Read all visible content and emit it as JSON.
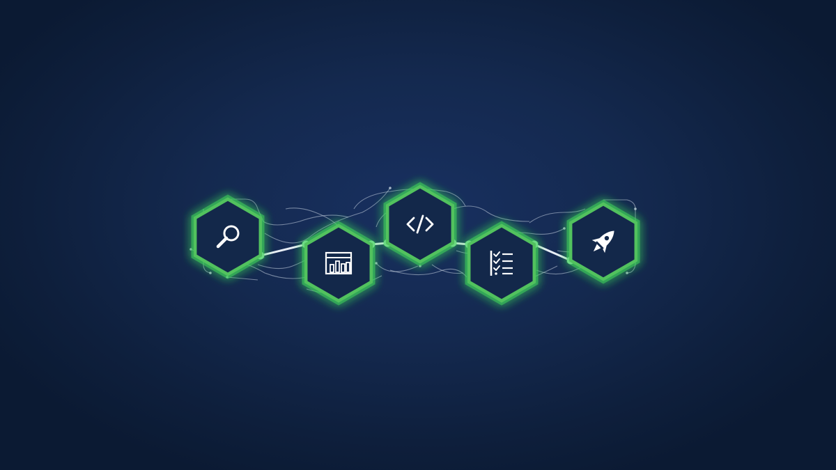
{
  "colors": {
    "background": "#14294f",
    "hex_fill": "#13284a",
    "hex_stroke": "#52c25e",
    "glow": "#3fd35a",
    "connector": "#e8eef6",
    "circuit_line": "#c9d3e2",
    "icon": "#ffffff"
  },
  "steps": [
    {
      "id": "research",
      "icon": "magnifying-glass-icon"
    },
    {
      "id": "planning",
      "icon": "kanban-board-icon"
    },
    {
      "id": "development",
      "icon": "code-brackets-icon"
    },
    {
      "id": "testing",
      "icon": "checklist-icon"
    },
    {
      "id": "launch",
      "icon": "rocket-icon"
    }
  ],
  "connections": [
    [
      "research",
      "planning"
    ],
    [
      "planning",
      "development"
    ],
    [
      "development",
      "testing"
    ],
    [
      "testing",
      "launch"
    ]
  ]
}
